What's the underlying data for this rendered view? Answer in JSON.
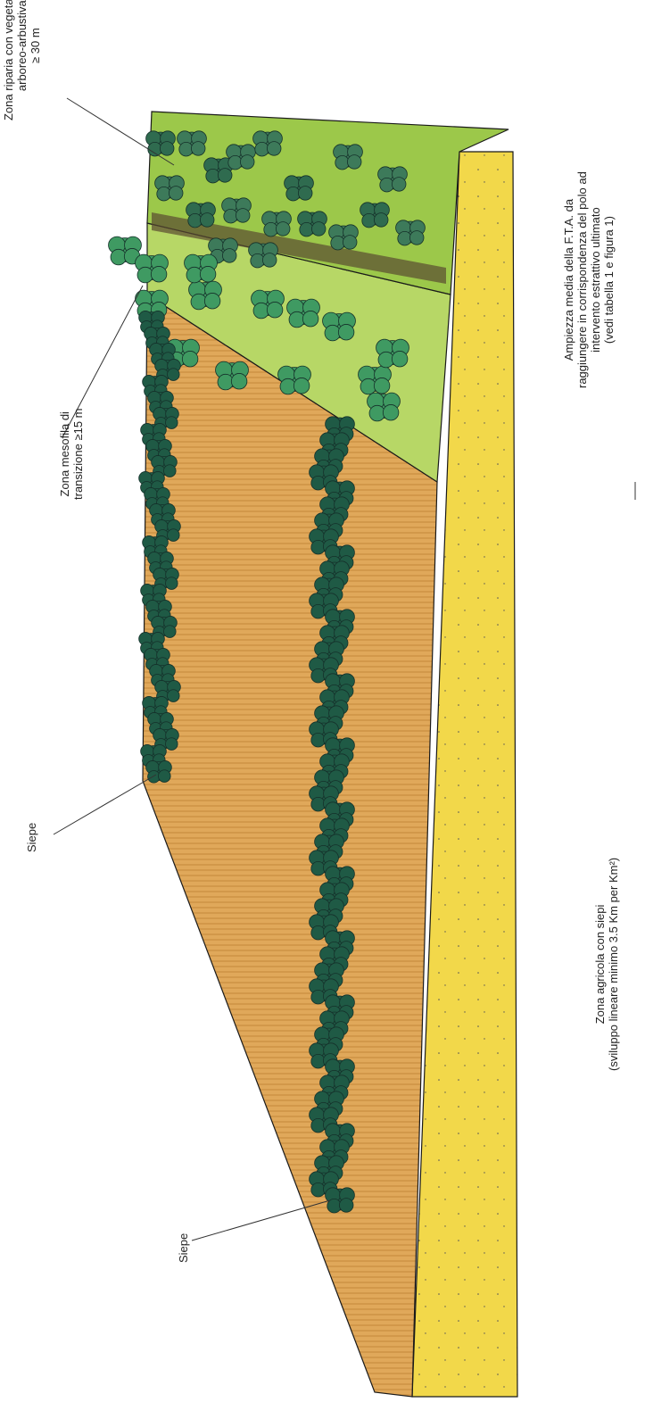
{
  "labels": {
    "riparian": {
      "line1": "Zona riparia con vegetazione",
      "line2": "arboreo-arbustiva",
      "line3": "≥ 30 m"
    },
    "transition": {
      "line1": "Zona mesofila di",
      "line2": "transizione ≥15 m"
    },
    "hedge_top": "Siepe",
    "hedge_bottom": "Siepe",
    "fta": {
      "line1": "Ampiezza media della F.T.A. da",
      "line2": "raggiungere in corrispondenza del polo ad",
      "line3": "intervento estrattivo ultimato",
      "line4": "(vedi tabella 1 e figura 1)"
    },
    "agricultural": {
      "line1": "Zona agricola con siepi",
      "line2": "(sviluppo lineare minimo 3.5 Km per Km²)"
    }
  },
  "colors": {
    "riparian_fill": "#9cc84a",
    "transition_fill": "#b7d766",
    "field_fill": "#e0a85a",
    "sand_fill": "#f2d84a",
    "tree_dark": "#1f5a45",
    "tree_light": "#3d8a5e",
    "outline": "#1a1a1a"
  }
}
